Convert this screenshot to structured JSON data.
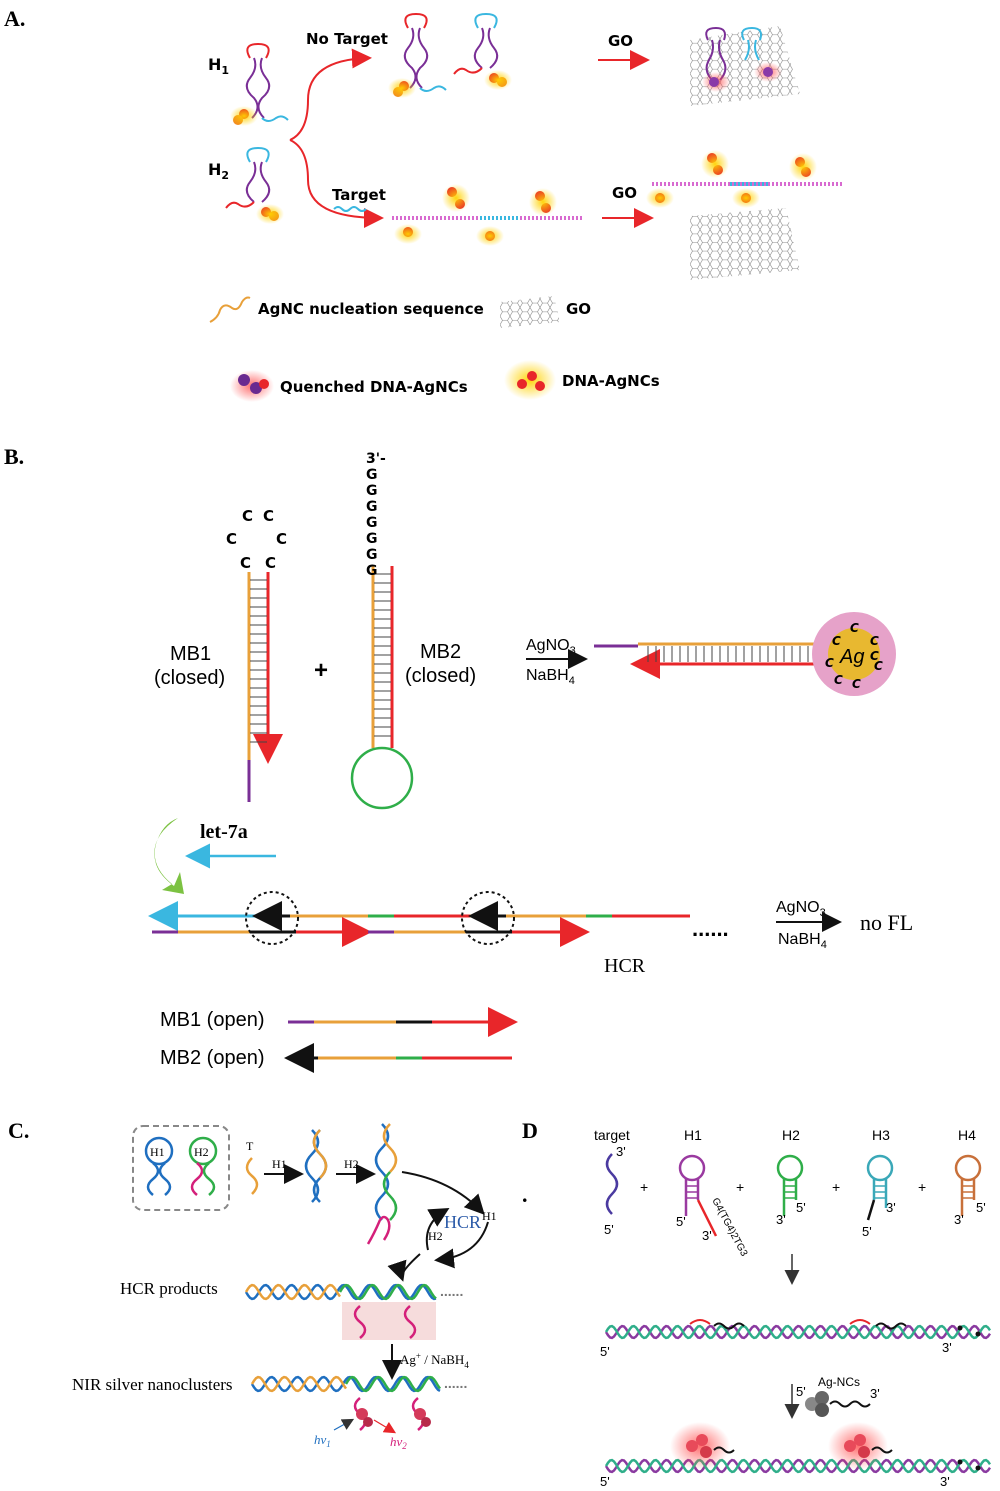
{
  "panels": {
    "a": {
      "label": "A.",
      "h1": "H",
      "h1_sub": "1",
      "h2": "H",
      "h2_sub": "2",
      "no_target": "No Target",
      "target": "Target",
      "go_top": "GO",
      "go_bottom": "GO",
      "legend": {
        "nucleation": "AgNC nucleation sequence",
        "go": "GO",
        "quenched": "Quenched DNA-AgNCs",
        "agncs": "DNA-AgNCs"
      }
    },
    "b": {
      "label": "B.",
      "loop_c": [
        "C",
        "C",
        "C",
        "C",
        "C",
        "C"
      ],
      "g_tail": [
        "3'-",
        "G",
        "G",
        "G",
        "G",
        "G",
        "G",
        "G"
      ],
      "mb1_closed_1": "MB1",
      "mb1_closed_2": "(closed)",
      "plus": "+",
      "mb2_closed_1": "MB2",
      "mb2_closed_2": "(closed)",
      "reagent_top": "AgNO",
      "reagent_top_sub": "3",
      "reagent_bottom": "NaBH",
      "reagent_bottom_sub": "4",
      "ag": "Ag",
      "cluster_c": [
        "C",
        "C",
        "C",
        "C",
        "C",
        "C",
        "C",
        "C"
      ],
      "let7a": "let-7a",
      "dots": "......",
      "no_fl": "no FL",
      "hcr": "HCR",
      "mb1_open": "MB1 (open)",
      "mb2_open": "MB2 (open)"
    },
    "c": {
      "label": "C.",
      "h1": "H1",
      "h2": "H2",
      "t": "T",
      "arrow_h1": "H1",
      "arrow_h2": "H2",
      "hcr": "HCR",
      "cycle_h1": "H1",
      "cycle_h2": "H2",
      "hcr_products": "HCR products",
      "reagent": "Ag",
      "reagent_sup": "+",
      "reagent_rest": " / NaBH",
      "reagent_sub": "4",
      "nir": "NIR silver nanoclusters",
      "dots": "......",
      "hv1": "hν",
      "hv1_sub": "1",
      "hv2": "hν",
      "hv2_sub": "2"
    },
    "d": {
      "label": "D",
      "period": ".",
      "target": "target",
      "h1": "H1",
      "h2": "H2",
      "h3": "H3",
      "h4": "H4",
      "plus": "+",
      "seq": "G4(TG4)2TG3",
      "end_3": "3'",
      "end_5": "5'",
      "agncs": "Ag-NCs"
    }
  },
  "colors": {
    "red": "#e8262a",
    "orange": "#e8a03a",
    "purple": "#7a2f96",
    "cyan": "#3ab7e0",
    "green": "#2fae49",
    "blue": "#1f6fc0",
    "magenta": "#d4207a",
    "pink_cluster": "#e6a2c9",
    "gold": "#e8b830"
  }
}
